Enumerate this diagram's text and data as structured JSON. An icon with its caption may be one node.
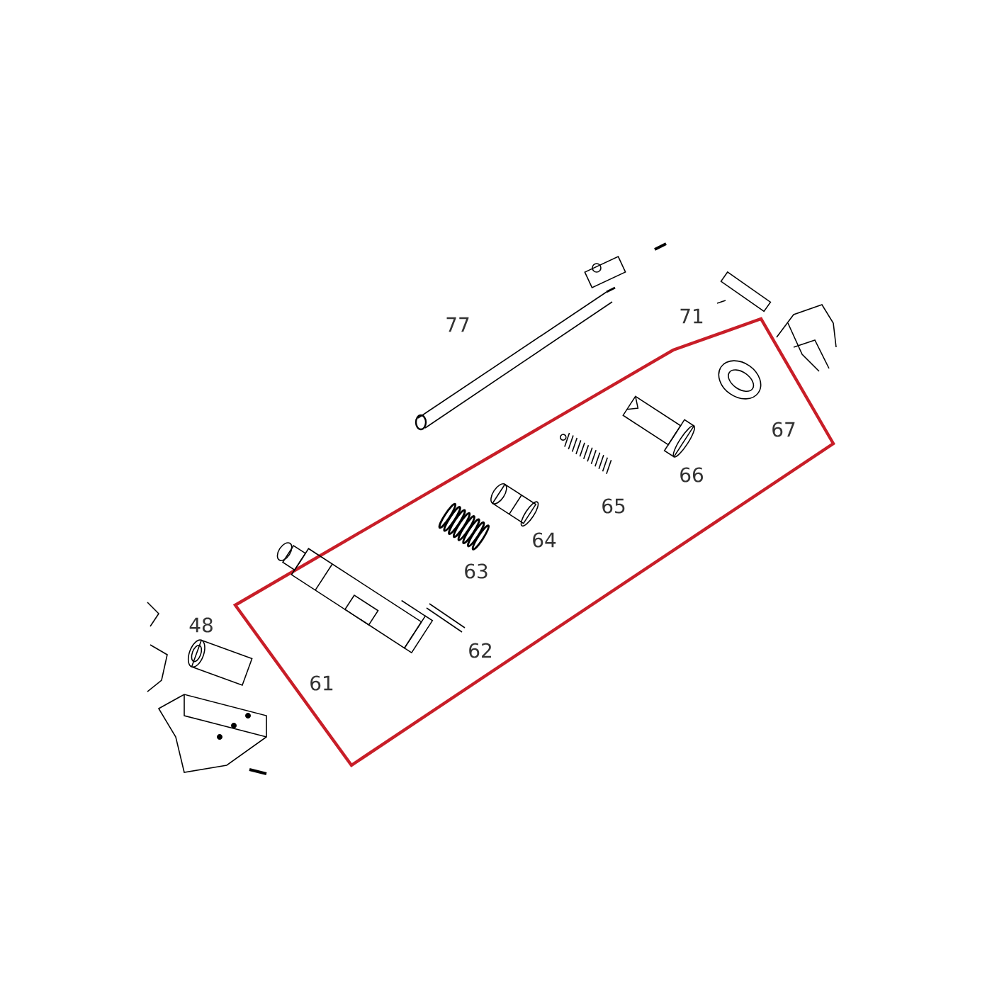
{
  "diagram": {
    "labels": [
      "77",
      "71",
      "67",
      "66",
      "65",
      "64",
      "63",
      "48",
      "62",
      "61"
    ]
  }
}
